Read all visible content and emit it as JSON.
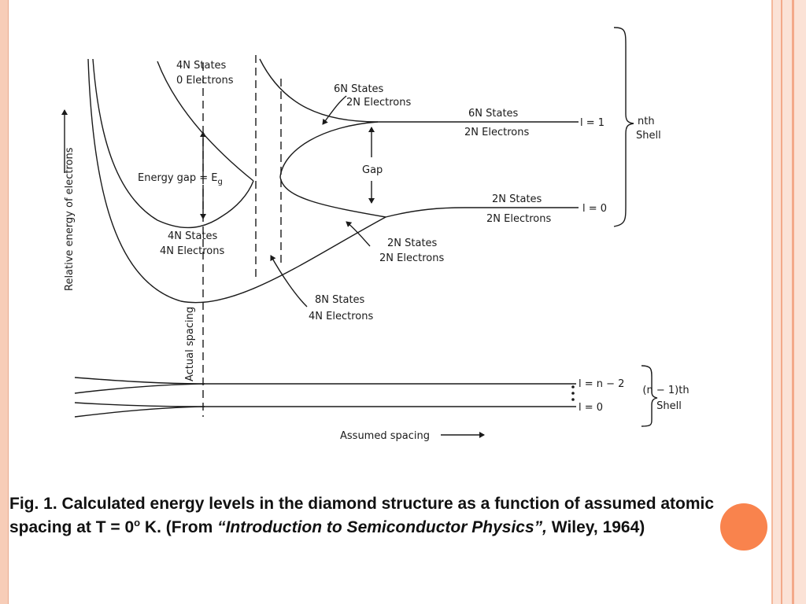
{
  "figure": {
    "y_axis_label": "Relative energy of electrons",
    "x_axis_label": "Assumed spacing",
    "actual_spacing_label": "Actual spacing",
    "energy_gap": "Energy gap = E",
    "energy_gap_sub": "g",
    "gap": "Gap",
    "top_left": {
      "states": "4N States",
      "electrons": "0 Electrons"
    },
    "mid_left": {
      "states": "4N States",
      "electrons": "4N Electrons"
    },
    "upper_branch": {
      "states": "6N States",
      "electrons": "2N Electrons"
    },
    "l1_band": {
      "states": "6N States",
      "electrons": "2N Electrons"
    },
    "l0_band": {
      "states": "2N States",
      "electrons": "2N Electrons"
    },
    "lower_branch": {
      "states": "2N States",
      "electrons": "2N Electrons"
    },
    "bottom_band": {
      "states": "8N States",
      "electrons": "4N Electrons"
    },
    "l_eq_1": "l = 1",
    "l_eq_0": "l = 0",
    "nth_shell": {
      "line1": "nth",
      "line2": "Shell"
    },
    "lower_l_top": "l = n − 2",
    "lower_l_bottom": "l = 0",
    "n_minus_1_shell": {
      "line1": "(n − 1)th",
      "line2": "Shell"
    }
  },
  "caption": {
    "prefix": "Fig. 1.  Calculated energy levels in the diamond structure as a function of assumed atomic spacing at T = 0",
    "degree": "o",
    "middle": " K.  (From ",
    "book": "“Introduction to Semiconductor Physics”,",
    "suffix": " Wiley, 1964)"
  },
  "colors": {
    "border_left": "#f7cdb8",
    "border_right": "#f3a98a",
    "accent_circle": "#f9834d"
  }
}
